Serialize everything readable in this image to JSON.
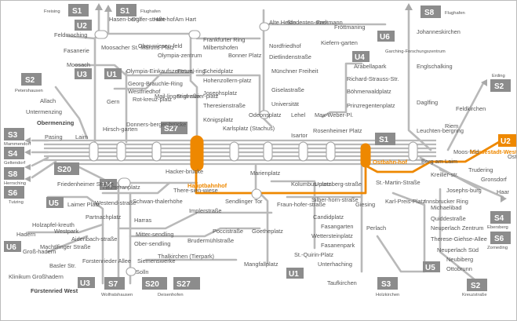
{
  "colors": {
    "line": "#b9b9b9",
    "u2": "#ee8800",
    "badge": "#8c8c8c",
    "text": "#555555"
  },
  "badges": {
    "s1_freising": "S1",
    "s1_flughafen": "S1",
    "u2_north": "U2",
    "u3_moosach": "U3",
    "u1_olympia": "U1",
    "s8_flughafen": "S8",
    "u6_garching": "U6",
    "u4_arabella": "U4",
    "s2_petershausen": "S2",
    "s2_erding": "S2",
    "s27_top": "S27",
    "s3_mammendorf": "S3",
    "s4_geltendorf": "S4",
    "s8_herrsching": "S8",
    "s6_tutzing": "S6",
    "s20": "S20",
    "u4_west": "U4",
    "u5_laim": "U5",
    "s1_ost": "S1",
    "u2_east": "U2",
    "s4_ebersberg": "S4",
    "s6_zorneding": "S6",
    "u5_neuperlach": "U5",
    "s3_holzkirchen": "S3",
    "s2_kreuzstrasse": "S2",
    "u6_klinikum": "U6",
    "u3_fuerstenried": "U3",
    "s7_bottom": "S7",
    "s20_bottom": "S20",
    "s27_bottom": "S27",
    "u1_mangfall": "U1"
  },
  "destinations": {
    "freising": "Freising",
    "flughafen1": "Flughafen",
    "flughafen8": "Flughafen",
    "petershausen": "Petershausen",
    "mammendorf": "Mammendorf",
    "geltendorf": "Geltendorf",
    "herrsching": "Herrsching",
    "tutzing": "Tutzing",
    "erding": "Erding",
    "ebersberg": "Ebersberg",
    "zorneding": "Zorneding",
    "holzkirchen": "Holzkirchen",
    "kreuzstrasse": "Kreuzstraße",
    "wolfratshausen": "Wolfratshausen",
    "deisenhofen": "Deisenhofen",
    "garching": "Garching-Forschungszentrum"
  },
  "stations": {
    "hasenbergl": "Hasen-bergl",
    "duelferstrasse": "Dülfer-straße",
    "harthof": "Hart-hof",
    "am_hart": "Am Hart",
    "feldmoching": "Feldmoching",
    "fasanerie": "Fasanerie",
    "moosach": "Moosach",
    "moosacher_st_martins_platz": "Moosacher St.-Martins-Platz",
    "oberwiesenfeld": "Ober-wiesen-feld",
    "olympiazentrum": "Olympia-zentrum",
    "frankfurter_ring": "Frankfurter Ring",
    "milbertshofen": "Milbertshofen",
    "bonner_platz": "Bonner Platz",
    "olympia_einkaufszentrum": "Olympia-Einkaufszentrum",
    "georg_brauchle_ring": "Georg-Brauchle-Ring",
    "westfriedhof": "Westfriedhof",
    "gern": "Gern",
    "rotkreuzplatz": "Rot-kreuz-platz",
    "maillingerstrasse": "Mail-linger-straße",
    "stiglmaierplatz": "Stigl-maier-platz",
    "petuelring": "Petuel-ring",
    "scheidplatz": "Scheidplatz",
    "hohenzollernplatz": "Hohenzollern-platz",
    "josephsplatz": "Josephsplatz",
    "theresienstrasse": "Theresienstraße",
    "koenigsplatz": "Königsplatz",
    "alte_heide": "Alte Heide",
    "studentenstadt": "Studenten-stadt",
    "freimann": "Frei-mann",
    "froettmaning": "Fröttmaning",
    "kieferngarten": "Kiefern-garten",
    "nordfriedhof": "Nordfriedhof",
    "dietlindenstrasse": "Dietlindenstraße",
    "muenchner_freiheit": "Münchner Freiheit",
    "giselastrasse": "Giselastraße",
    "universitaet": "Universität",
    "odeonsplatz": "Odeonsplatz",
    "lehel": "Lehel",
    "max_weber_platz": "Max-Weber-Pl.",
    "arabellapark": "Arabellapark",
    "richard_strauss_str": "Richard-Strauss-Str.",
    "boehmerwaldplatz": "Böhmerwaldplatz",
    "prinzregentenplatz": "Prinzregentenplatz",
    "johanneskirchen": "Johanneskirchen",
    "englschalking": "Englschalking",
    "daglfing": "Daglfing",
    "feldkirchen": "Feldkirchen",
    "riem": "Riem",
    "allach": "Allach",
    "untermenzing": "Untermenzing",
    "obermenzing": "Obermenzing",
    "laim": "Laim",
    "pasing": "Pasing",
    "hirschgarten": "Hirsch-garten",
    "donnersbergerbruecke": "Donners-berger-brücke",
    "karlsplatz": "Karlsplatz (Stachus)",
    "isartor": "Isartor",
    "rosenheimer_platz": "Rosenheimer Platz",
    "leuchtenbergring": "Leuchten-bergring",
    "moosfeld": "Moos-feld",
    "messestadt_west": "Messestadt-West",
    "ost": "Ost",
    "berg_am_laim": "Berg am Laim",
    "kreillerstr": "Kreiller-str.",
    "trudering": "Trudering",
    "gronsdorf": "Gronsdorf",
    "haar": "Haar",
    "hauptbahnhof": "Hauptbahnhof",
    "ostbahnhof": "Ostbahn-hof",
    "hackerbruecke": "Hacker-brücke",
    "heimeranplatz": "Heimeranplatz",
    "friedenheimer_strasse": "Friedenheimer Straße",
    "theresienwiese": "There-sien-wiese",
    "schwanthalerhoehe": "Schwan-thalerhöhe",
    "westendstrasse": "Westend-straße",
    "laimer_platz": "Laimer Platz",
    "harras": "Harras",
    "partnachplatz": "Partnachplatz",
    "holzapfelkreuth": "Holzapfel-kreuth",
    "westpark": "Westpark",
    "hadern": "Hadern",
    "grosshadern": "Groß-hadern",
    "aidenbachstrasse": "Aidenbach-straße",
    "machtlfinger_strasse": "Machtlfinger Straße",
    "obersendling": "Ober-sendling",
    "mittersendling": "Mitter-sendling",
    "forstenrieder_allee": "Forstenrieder Allee",
    "basler_strasse": "Basler Str.",
    "klinikum_grosshadern": "Klinikum Großhadern",
    "fuerstenried_west": "Fürstenried West",
    "siemenswerke": "Siemenswerke",
    "solln": "Solln",
    "thalkirchen": "Thalkirchen (Tierpark)",
    "implerstrasse": "Implerstraße",
    "sendlinger_tor": "Sendlinger Tor",
    "marienplatz": "Marienplatz",
    "poccistrasse": "Poccistraße",
    "goetheplatz": "Goetheplatz",
    "brudermuehlstrasse": "Brudermühlstraße",
    "fraunhoferstrasse": "Fraun-hofer-straße",
    "kolumbusplatz": "Kolumbus-platz",
    "silberhornstrasse": "Silber-horn-straße",
    "candidplatz": "Candidplatz",
    "untersbergstrasse": "Untersberg-straße",
    "fasangarten": "Fasangarten",
    "wettersteinplatz": "Wettersteinplatz",
    "fasanenpark": "Fasanenpark",
    "st_quirin_platz": "St.-Quirin-Platz",
    "unterhaching": "Unterhaching",
    "taufkirchen": "Taufkirchen",
    "mangfallplatz": "Mangfallplatz",
    "giesing": "Giesing",
    "perlach": "Perlach",
    "st_martin_strasse": "St.-Martin-Straße",
    "karl_preis_platz": "Karl-Preis-Platz",
    "innsbrucker_ring": "Innsbrucker Ring",
    "josephsburg": "Josephs-burg",
    "michaelibad": "Michaelibad",
    "quiddestrasse": "Quiddestraße",
    "neuperlach_zentrum": "Neuperlach Zentrum",
    "therese_giehse_allee": "Therese-Giehse-Allee",
    "neuperlach_sued": "Neuperlach Süd",
    "neubiberg": "Neubiberg",
    "ottobrunn": "Ottobrunn"
  }
}
